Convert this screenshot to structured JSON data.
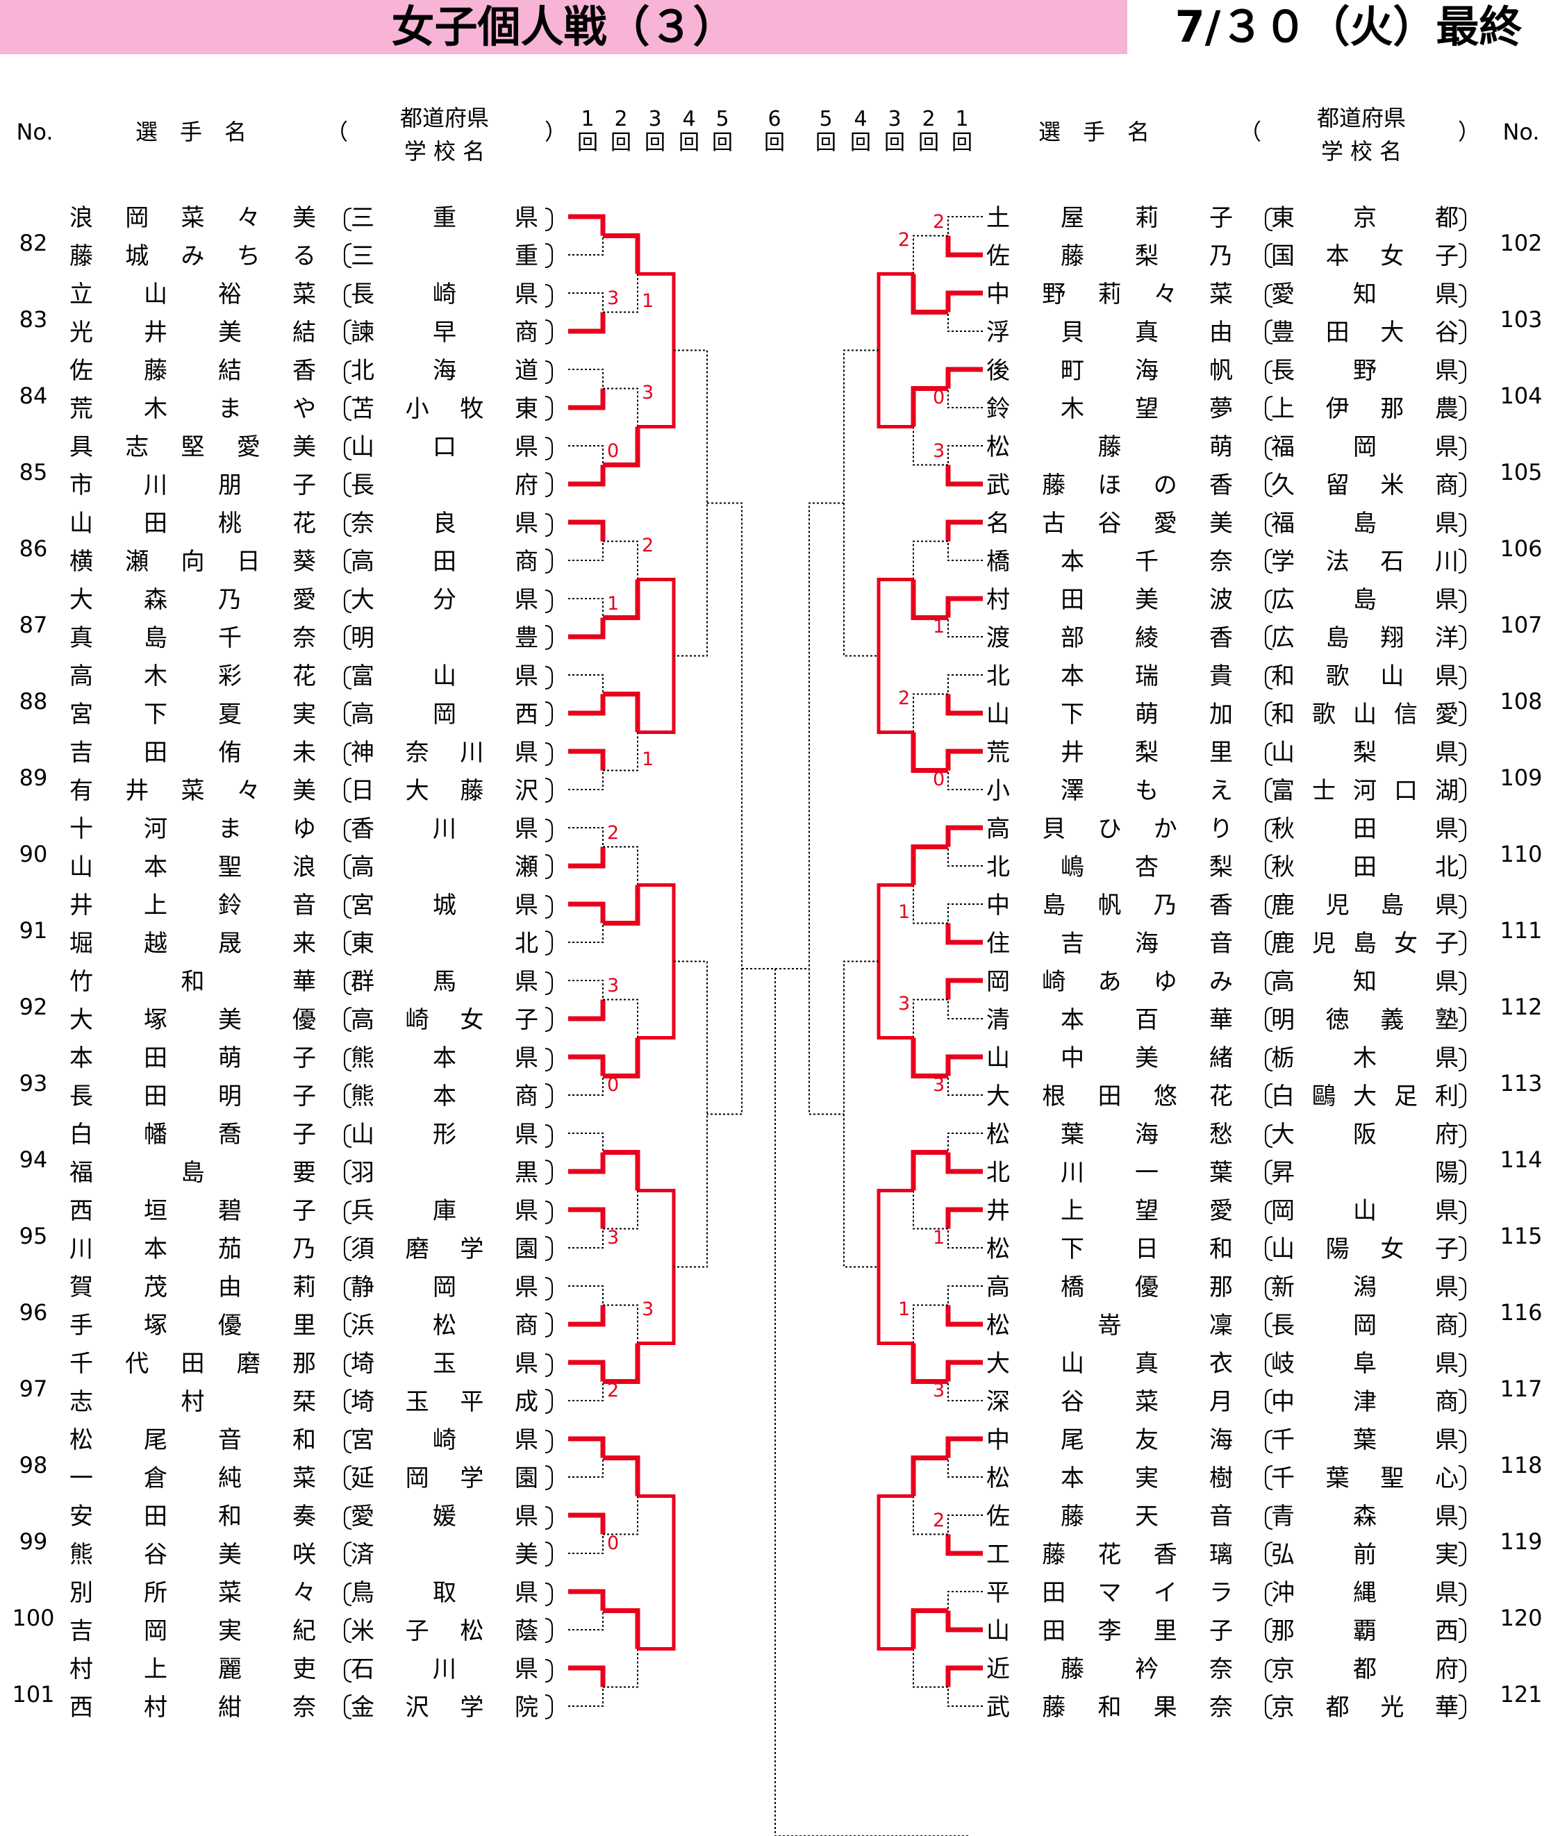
{
  "header": {
    "title": "女子個人戦（３）",
    "date": "7/３０（火）最終",
    "banner_color": "#f7b4d6",
    "no_label": "No.",
    "name_label": "選　手　名",
    "paren_open": "（",
    "paren_close": "）",
    "pref_label": "都道府県",
    "school_label": "学 校 名",
    "rounds_left": [
      "1回",
      "2回",
      "3回",
      "4回",
      "5回"
    ],
    "round_final": "6回",
    "rounds_right": [
      "5回",
      "4回",
      "3回",
      "2回",
      "1回"
    ]
  },
  "colors": {
    "winner_line": "#e8001c",
    "score": "#e8001c",
    "loser_line": "#000000"
  },
  "left_entries": [
    {
      "no": "82",
      "top": {
        "name": "浪岡菜々美",
        "school": "三重県"
      },
      "bottom": {
        "name": "藤城みちる",
        "school": "三重"
      }
    },
    {
      "no": "83",
      "top": {
        "name": "立山裕菜",
        "school": "長崎県"
      },
      "bottom": {
        "name": "光井美結",
        "school": "諫早商"
      }
    },
    {
      "no": "84",
      "top": {
        "name": "佐藤結香",
        "school": "北海道"
      },
      "bottom": {
        "name": "荒木まや",
        "school": "苫小牧東"
      }
    },
    {
      "no": "85",
      "top": {
        "name": "具志堅愛美",
        "school": "山口県"
      },
      "bottom": {
        "name": "市川朋子",
        "school": "長府"
      }
    },
    {
      "no": "86",
      "top": {
        "name": "山田桃花",
        "school": "奈良県"
      },
      "bottom": {
        "name": "横瀬向日葵",
        "school": "高田商"
      }
    },
    {
      "no": "87",
      "top": {
        "name": "大森乃愛",
        "school": "大分県"
      },
      "bottom": {
        "name": "真島千奈",
        "school": "明豊"
      }
    },
    {
      "no": "88",
      "top": {
        "name": "高木彩花",
        "school": "富山県"
      },
      "bottom": {
        "name": "宮下夏実",
        "school": "高岡西"
      }
    },
    {
      "no": "89",
      "top": {
        "name": "吉田侑未",
        "school": "神奈川県"
      },
      "bottom": {
        "name": "有井菜々美",
        "school": "日大藤沢"
      }
    },
    {
      "no": "90",
      "top": {
        "name": "十河まゆ",
        "school": "香川県"
      },
      "bottom": {
        "name": "山本聖浪",
        "school": "高瀬"
      }
    },
    {
      "no": "91",
      "top": {
        "name": "井上鈴音",
        "school": "宮城県"
      },
      "bottom": {
        "name": "堀越晟来",
        "school": "東北"
      }
    },
    {
      "no": "92",
      "top": {
        "name": "竹和華",
        "school": "群馬県"
      },
      "bottom": {
        "name": "大塚美優",
        "school": "高崎女子"
      }
    },
    {
      "no": "93",
      "top": {
        "name": "本田萌子",
        "school": "熊本県"
      },
      "bottom": {
        "name": "長田明子",
        "school": "熊本商"
      }
    },
    {
      "no": "94",
      "top": {
        "name": "白幡喬子",
        "school": "山形県"
      },
      "bottom": {
        "name": "福島要",
        "school": "羽黒"
      }
    },
    {
      "no": "95",
      "top": {
        "name": "西垣碧子",
        "school": "兵庫県"
      },
      "bottom": {
        "name": "川本茄乃",
        "school": "須磨学園"
      }
    },
    {
      "no": "96",
      "top": {
        "name": "賀茂由莉",
        "school": "静岡県"
      },
      "bottom": {
        "name": "手塚優里",
        "school": "浜松商"
      }
    },
    {
      "no": "97",
      "top": {
        "name": "千代田磨那",
        "school": "埼玉県"
      },
      "bottom": {
        "name": "志村栞",
        "school": "埼玉平成"
      }
    },
    {
      "no": "98",
      "top": {
        "name": "松尾音和",
        "school": "宮崎県"
      },
      "bottom": {
        "name": "一倉純菜",
        "school": "延岡学園"
      }
    },
    {
      "no": "99",
      "top": {
        "name": "安田和奏",
        "school": "愛媛県"
      },
      "bottom": {
        "name": "熊谷美咲",
        "school": "済美"
      }
    },
    {
      "no": "100",
      "top": {
        "name": "別所菜々",
        "school": "鳥取県"
      },
      "bottom": {
        "name": "吉岡実紀",
        "school": "米子松蔭"
      }
    },
    {
      "no": "101",
      "top": {
        "name": "村上麗吏",
        "school": "石川県"
      },
      "bottom": {
        "name": "西村紺奈",
        "school": "金沢学院"
      }
    }
  ],
  "right_entries": [
    {
      "no": "102",
      "top": {
        "name": "土屋莉子",
        "school": "東京都"
      },
      "bottom": {
        "name": "佐藤梨乃",
        "school": "国本女子"
      }
    },
    {
      "no": "103",
      "top": {
        "name": "中野莉々菜",
        "school": "愛知県"
      },
      "bottom": {
        "name": "浮貝真由",
        "school": "豊田大谷"
      }
    },
    {
      "no": "104",
      "top": {
        "name": "後町海帆",
        "school": "長野県"
      },
      "bottom": {
        "name": "鈴木望夢",
        "school": "上伊那農"
      }
    },
    {
      "no": "105",
      "top": {
        "name": "松藤萌",
        "school": "福岡県"
      },
      "bottom": {
        "name": "武藤ほの香",
        "school": "久留米商"
      }
    },
    {
      "no": "106",
      "top": {
        "name": "名古谷愛美",
        "school": "福島県"
      },
      "bottom": {
        "name": "橋本千奈",
        "school": "学法石川"
      }
    },
    {
      "no": "107",
      "top": {
        "name": "村田美波",
        "school": "広島県"
      },
      "bottom": {
        "name": "渡部綾香",
        "school": "広島翔洋"
      }
    },
    {
      "no": "108",
      "top": {
        "name": "北本瑞貴",
        "school": "和歌山県"
      },
      "bottom": {
        "name": "山下萌加",
        "school": "和歌山信愛"
      }
    },
    {
      "no": "109",
      "top": {
        "name": "荒井梨里",
        "school": "山梨県"
      },
      "bottom": {
        "name": "小澤もえ",
        "school": "富士河口湖"
      }
    },
    {
      "no": "110",
      "top": {
        "name": "高貝ひかり",
        "school": "秋田県"
      },
      "bottom": {
        "name": "北嶋杏梨",
        "school": "秋田北"
      }
    },
    {
      "no": "111",
      "top": {
        "name": "中島帆乃香",
        "school": "鹿児島県"
      },
      "bottom": {
        "name": "住吉海音",
        "school": "鹿児島女子"
      }
    },
    {
      "no": "112",
      "top": {
        "name": "岡崎あゆみ",
        "school": "高知県"
      },
      "bottom": {
        "name": "清本百華",
        "school": "明徳義塾"
      }
    },
    {
      "no": "113",
      "top": {
        "name": "山中美緒",
        "school": "栃木県"
      },
      "bottom": {
        "name": "大根田悠花",
        "school": "白鷗大足利"
      }
    },
    {
      "no": "114",
      "top": {
        "name": "松葉海愁",
        "school": "大阪府"
      },
      "bottom": {
        "name": "北川一葉",
        "school": "昇陽"
      }
    },
    {
      "no": "115",
      "top": {
        "name": "井上望愛",
        "school": "岡山県"
      },
      "bottom": {
        "name": "松下日和",
        "school": "山陽女子"
      }
    },
    {
      "no": "116",
      "top": {
        "name": "高橋優那",
        "school": "新潟県"
      },
      "bottom": {
        "name": "松嵜凜",
        "school": "長岡商"
      }
    },
    {
      "no": "117",
      "top": {
        "name": "大山真衣",
        "school": "岐阜県"
      },
      "bottom": {
        "name": "深谷菜月",
        "school": "中津商"
      }
    },
    {
      "no": "118",
      "top": {
        "name": "中尾友海",
        "school": "千葉県"
      },
      "bottom": {
        "name": "松本実樹",
        "school": "千葉聖心"
      }
    },
    {
      "no": "119",
      "top": {
        "name": "佐藤天音",
        "school": "青森県"
      },
      "bottom": {
        "name": "工藤花香璃",
        "school": "弘前実"
      }
    },
    {
      "no": "120",
      "top": {
        "name": "平田マイラ",
        "school": "沖縄県"
      },
      "bottom": {
        "name": "山田李里子",
        "school": "那覇西"
      }
    },
    {
      "no": "121",
      "top": {
        "name": "近藤衿奈",
        "school": "京都府"
      },
      "bottom": {
        "name": "武藤和果奈",
        "school": "京都光華"
      }
    }
  ],
  "left_bracket": {
    "r1_winners": [
      "top",
      "bottom",
      "bottom",
      "bottom",
      "top",
      "bottom",
      "bottom",
      "top",
      "bottom",
      "top",
      "bottom",
      "top",
      "bottom",
      "top",
      "bottom",
      "top",
      "top",
      "top",
      "top",
      "top"
    ],
    "r1_scores": [
      "",
      "3",
      "",
      "0",
      "",
      "1",
      "",
      "",
      "2",
      "",
      "3",
      "0",
      "",
      "3",
      "",
      "2",
      "",
      "0",
      "",
      ""
    ],
    "r2_scores": [
      "1",
      "3",
      "2",
      "1",
      "",
      "",
      "",
      "3"
    ],
    "r2_winners": [
      "top",
      "bottom",
      "bottom",
      "top",
      "bottom",
      "bottom",
      "top",
      "bottom"
    ]
  },
  "right_bracket": {
    "r1_winners": [
      "bottom",
      "top",
      "top",
      "bottom",
      "top",
      "top",
      "bottom",
      "top",
      "top",
      "bottom",
      "top",
      "top",
      "bottom",
      "top",
      "bottom",
      "top",
      "top",
      "bottom",
      "bottom",
      "top"
    ],
    "r1_scores": [
      "2",
      "",
      "0",
      "3",
      "",
      "1",
      "",
      "0",
      "",
      "",
      "",
      "3",
      "",
      "1",
      "",
      "3",
      "",
      "2",
      "",
      ""
    ],
    "r2_scores": [
      "2",
      "",
      "",
      "2",
      "1",
      "3",
      "",
      "1"
    ],
    "r2_winners": [
      "bottom",
      "top",
      "bottom",
      "bottom",
      "top",
      "bottom",
      "top",
      "bottom"
    ]
  }
}
